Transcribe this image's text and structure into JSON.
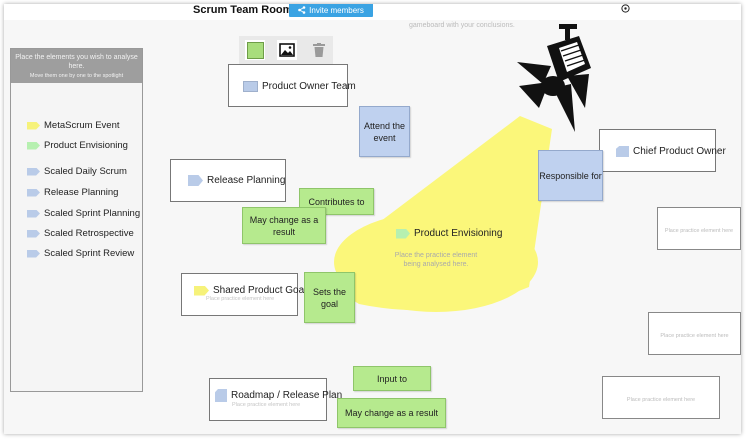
{
  "header": {
    "title": "Scrum Team Room",
    "invite_label": "Invite members",
    "canvas_hint": "gameboard with your conclusions."
  },
  "panel": {
    "heading": "Place the elements you wish to analyse here.",
    "subheading": "Move them one by one to the spotlight",
    "items": [
      {
        "label": "MetaScrum Event",
        "color": "yellow"
      },
      {
        "label": "Product Envisioning",
        "color": "green"
      },
      {
        "label": "Scaled Daily Scrum",
        "color": "blue"
      },
      {
        "label": "Release Planning",
        "color": "blue"
      },
      {
        "label": "Scaled Sprint Planning",
        "color": "blue"
      },
      {
        "label": "Scaled Retrospective",
        "color": "blue"
      },
      {
        "label": "Scaled Sprint Review",
        "color": "blue"
      }
    ]
  },
  "toolbar": {
    "sticky_icon": "sticky-note-icon",
    "image_icon": "image-icon",
    "delete_icon": "trash-icon"
  },
  "spotlight": {
    "element_label": "Product Envisioning",
    "placeholder": "Place the practice element being analysed here."
  },
  "cards": {
    "product_owner_team": "Product Owner Team",
    "release_planning": "Release Planning",
    "shared_product_goal": "Shared Product Goal",
    "shared_product_goal_sub": "Place practice element here",
    "roadmap": "Roadmap / Release Plan",
    "roadmap_sub": "Place practice element here",
    "chief_product_owner": "Chief Product Owner",
    "empty_placeholder": "Place practice element here"
  },
  "notes": {
    "attend": "Attend the event",
    "responsible": "Responsible for",
    "contributes": "Contributes to",
    "may_change_1": "May change as a result",
    "sets_goal": "Sets the goal",
    "input_to": "Input to",
    "may_change_2": "May change as a result"
  },
  "colors": {
    "spotlight": "#fbf77a",
    "note_blue": "#bfd1ef",
    "note_green": "#b6ea8e",
    "invite_button": "#3aa3e3"
  }
}
